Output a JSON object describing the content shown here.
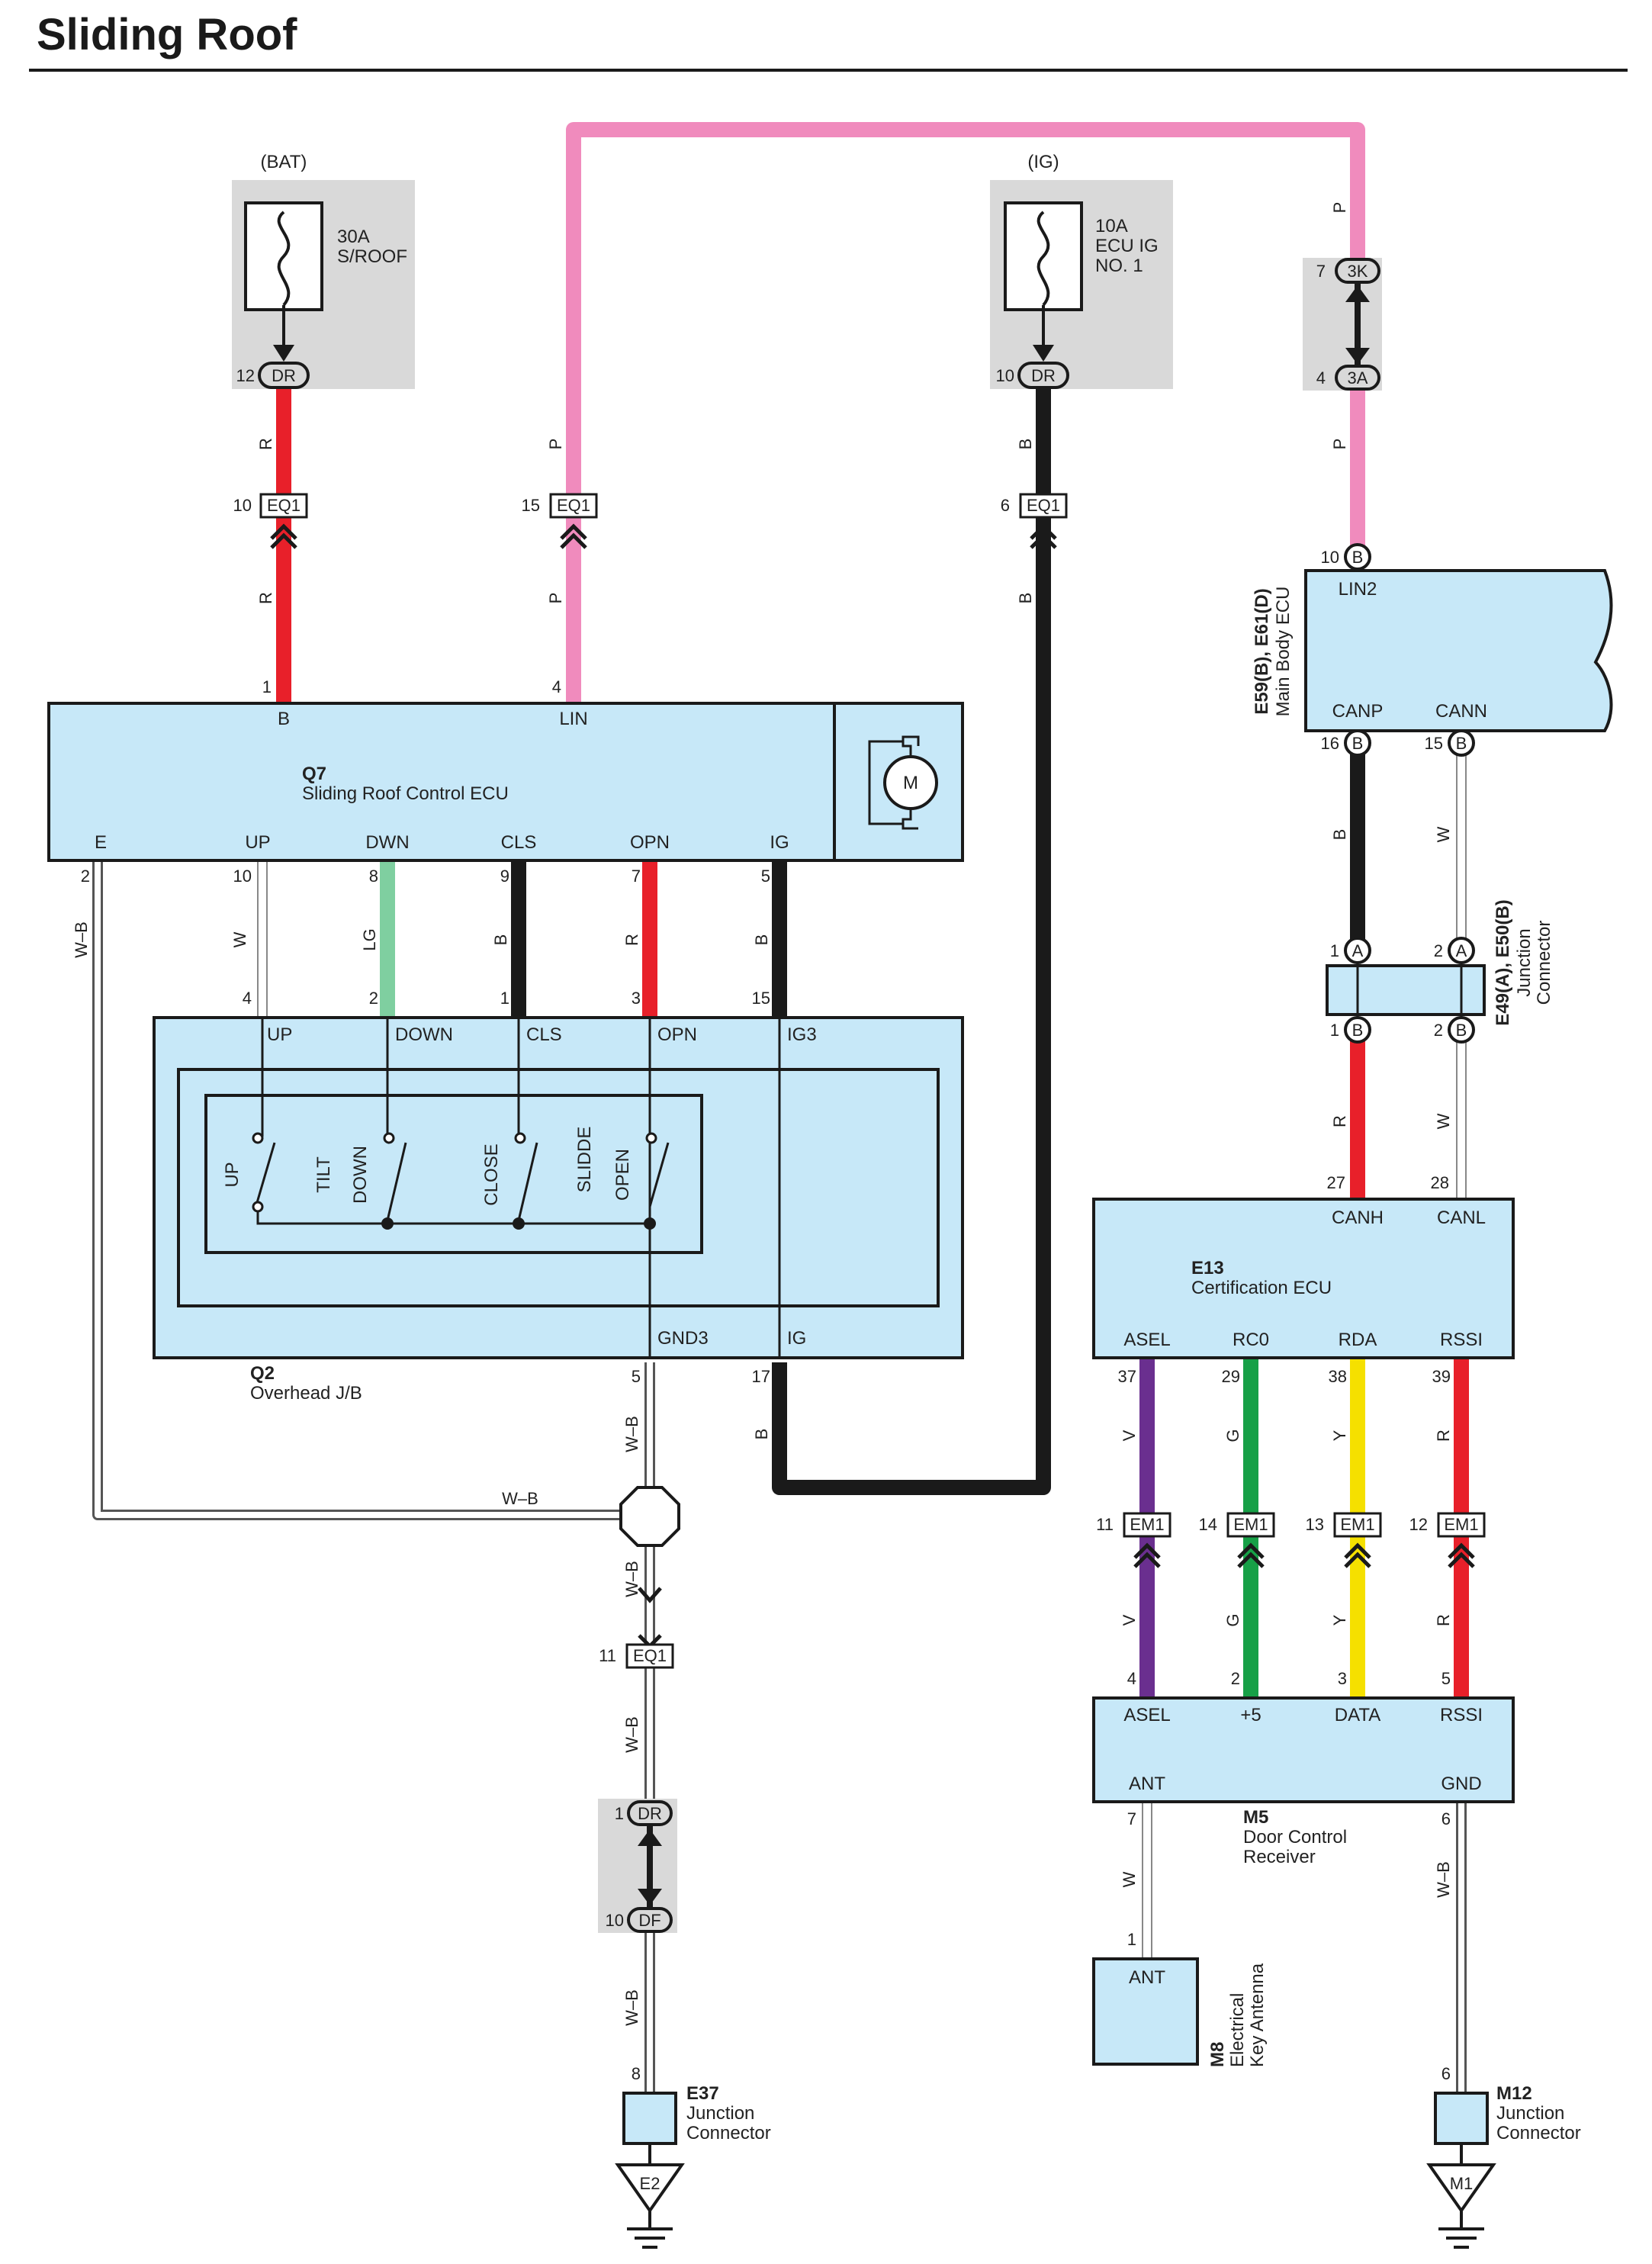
{
  "title": "Sliding Roof",
  "colors": {
    "red": "#e8202a",
    "pink": "#f08bbd",
    "black": "#1a1a1a",
    "green": "#17a047",
    "light_green": "#7fcfa0",
    "yellow": "#f5e000",
    "violet": "#6a2f8f",
    "component_fill": "#c7e8f8",
    "fuse_bg": "#d9d9d9"
  },
  "fuses": {
    "bat": {
      "label": "(BAT)",
      "rating": "30A",
      "name": "S/ROOF",
      "pin": "12",
      "connector": "DR"
    },
    "ig": {
      "label": "(IG)",
      "rating": "10A",
      "name1": "ECU IG",
      "name2": "NO. 1",
      "pin": "10",
      "connector": "DR"
    }
  },
  "connector_3k": {
    "pin_top": "7",
    "top": "3K",
    "pin_bottom": "4",
    "bottom": "3A"
  },
  "eq1": {
    "name": "EQ1",
    "pins": {
      "bat": "10",
      "lin": "15",
      "ig": "6",
      "gnd": "11"
    }
  },
  "wires": {
    "r": "R",
    "p": "P",
    "b": "B",
    "w": "W",
    "lg": "LG",
    "wb": "W–B",
    "v": "V",
    "g": "G",
    "y": "Y"
  },
  "q7": {
    "code": "Q7",
    "name": "Sliding Roof Control ECU",
    "motor": "M",
    "top_pins": [
      {
        "pin": "1",
        "label": "B"
      },
      {
        "pin": "4",
        "label": "LIN"
      }
    ],
    "bottom_terms": [
      {
        "pin": "2",
        "label": "E"
      },
      {
        "pin": "10",
        "label": "UP"
      },
      {
        "pin": "8",
        "label": "DWN"
      },
      {
        "pin": "9",
        "label": "CLS"
      },
      {
        "pin": "7",
        "label": "OPN"
      },
      {
        "pin": "5",
        "label": "IG"
      }
    ]
  },
  "q2": {
    "code": "Q2",
    "name": "Overhead J/B",
    "top_terms": [
      {
        "pin": "4",
        "label": "UP"
      },
      {
        "pin": "2",
        "label": "DOWN"
      },
      {
        "pin": "1",
        "label": "CLS"
      },
      {
        "pin": "3",
        "label": "OPN"
      },
      {
        "pin": "15",
        "label": "IG3"
      }
    ],
    "switch_labels": [
      "UP",
      "TILT",
      "DOWN",
      "CLOSE",
      "SLIDDE",
      "OPEN"
    ],
    "bottom_terms": [
      {
        "pin": "5",
        "label": "GND3"
      },
      {
        "pin": "17",
        "label": "IG"
      }
    ]
  },
  "main_body": {
    "codes": "E59(B), E61(D)",
    "name": "Main Body ECU",
    "lin": {
      "pin": "10",
      "conn": "B",
      "label": "LIN2"
    },
    "canp": {
      "pin": "16",
      "conn": "B",
      "label": "CANP"
    },
    "cann": {
      "pin": "15",
      "conn": "B",
      "label": "CANN"
    }
  },
  "jc_e49": {
    "codes": "E49(A), E50(B)",
    "name1": "Junction",
    "name2": "Connector",
    "pins_top": [
      {
        "pin": "1",
        "conn": "A"
      },
      {
        "pin": "2",
        "conn": "A"
      }
    ],
    "pins_bottom": [
      {
        "pin": "1",
        "conn": "B"
      },
      {
        "pin": "2",
        "conn": "B"
      }
    ]
  },
  "e13": {
    "code": "E13",
    "name": "Certification ECU",
    "top_terms": [
      {
        "pin": "27",
        "label": "CANH"
      },
      {
        "pin": "28",
        "label": "CANL"
      }
    ],
    "bottom_terms": [
      {
        "pin": "37",
        "label": "ASEL"
      },
      {
        "pin": "29",
        "label": "RC0"
      },
      {
        "pin": "38",
        "label": "RDA"
      },
      {
        "pin": "39",
        "label": "RSSI"
      }
    ]
  },
  "em1": {
    "name": "EM1",
    "pins": [
      "11",
      "14",
      "13",
      "12"
    ]
  },
  "m5": {
    "code": "M5",
    "name1": "Door Control",
    "name2": "Receiver",
    "top_terms": [
      {
        "pin": "4",
        "label": "ASEL"
      },
      {
        "pin": "2",
        "label": "+5"
      },
      {
        "pin": "3",
        "label": "DATA"
      },
      {
        "pin": "5",
        "label": "RSSI"
      }
    ],
    "bottom_terms": [
      {
        "pin": "7",
        "label": "ANT"
      },
      {
        "pin": "6",
        "label": "GND"
      }
    ]
  },
  "m8": {
    "code": "M8",
    "name1": "Electrical",
    "name2": "Key Antenna",
    "pin": "1",
    "label": "ANT"
  },
  "ground_splice": {
    "label": "W–B"
  },
  "dr_df": {
    "pin_top": "1",
    "top": "DR",
    "pin_bottom": "10",
    "bottom": "DF"
  },
  "e37": {
    "code": "E37",
    "name1": "Junction",
    "name2": "Connector",
    "pin": "8",
    "ground": "E2"
  },
  "m12": {
    "code": "M12",
    "name1": "Junction",
    "name2": "Connector",
    "pin": "6",
    "ground": "M1"
  }
}
